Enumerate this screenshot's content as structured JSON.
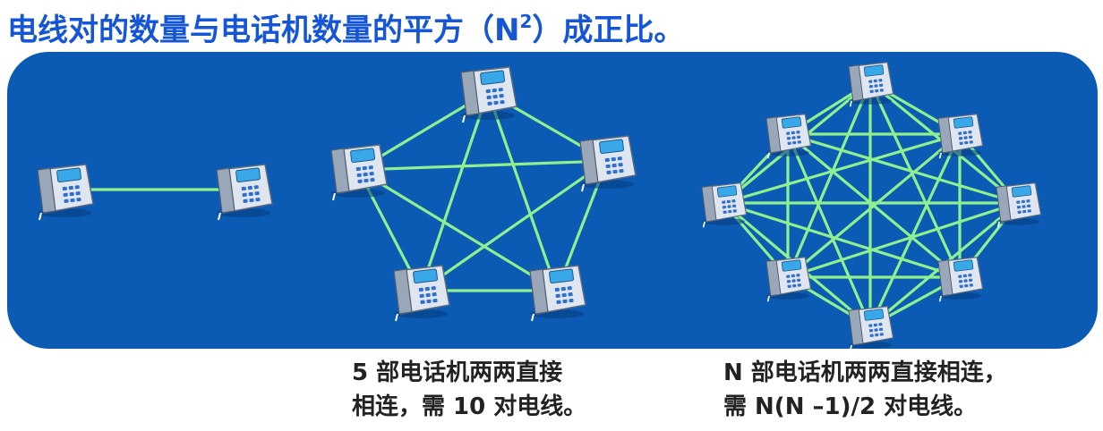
{
  "title": {
    "text": "电线对的数量与电话机数量的平方（N",
    "superscript": "2",
    "suffix": "）成正比。"
  },
  "captions": {
    "five": {
      "line1": "5 部电话机两两直接",
      "line2": "相连，需 10 对电线。"
    },
    "n": {
      "line1": "N 部电话机两两直接相连，",
      "line2": "需 N(N –1)/2  对电线。"
    }
  },
  "colors": {
    "title": "#1456d6",
    "panel": "#0b5bb5",
    "wire": "#8ef08e",
    "caption": "#222222"
  },
  "icons": {
    "telephone": "desk-telephone-icon"
  }
}
